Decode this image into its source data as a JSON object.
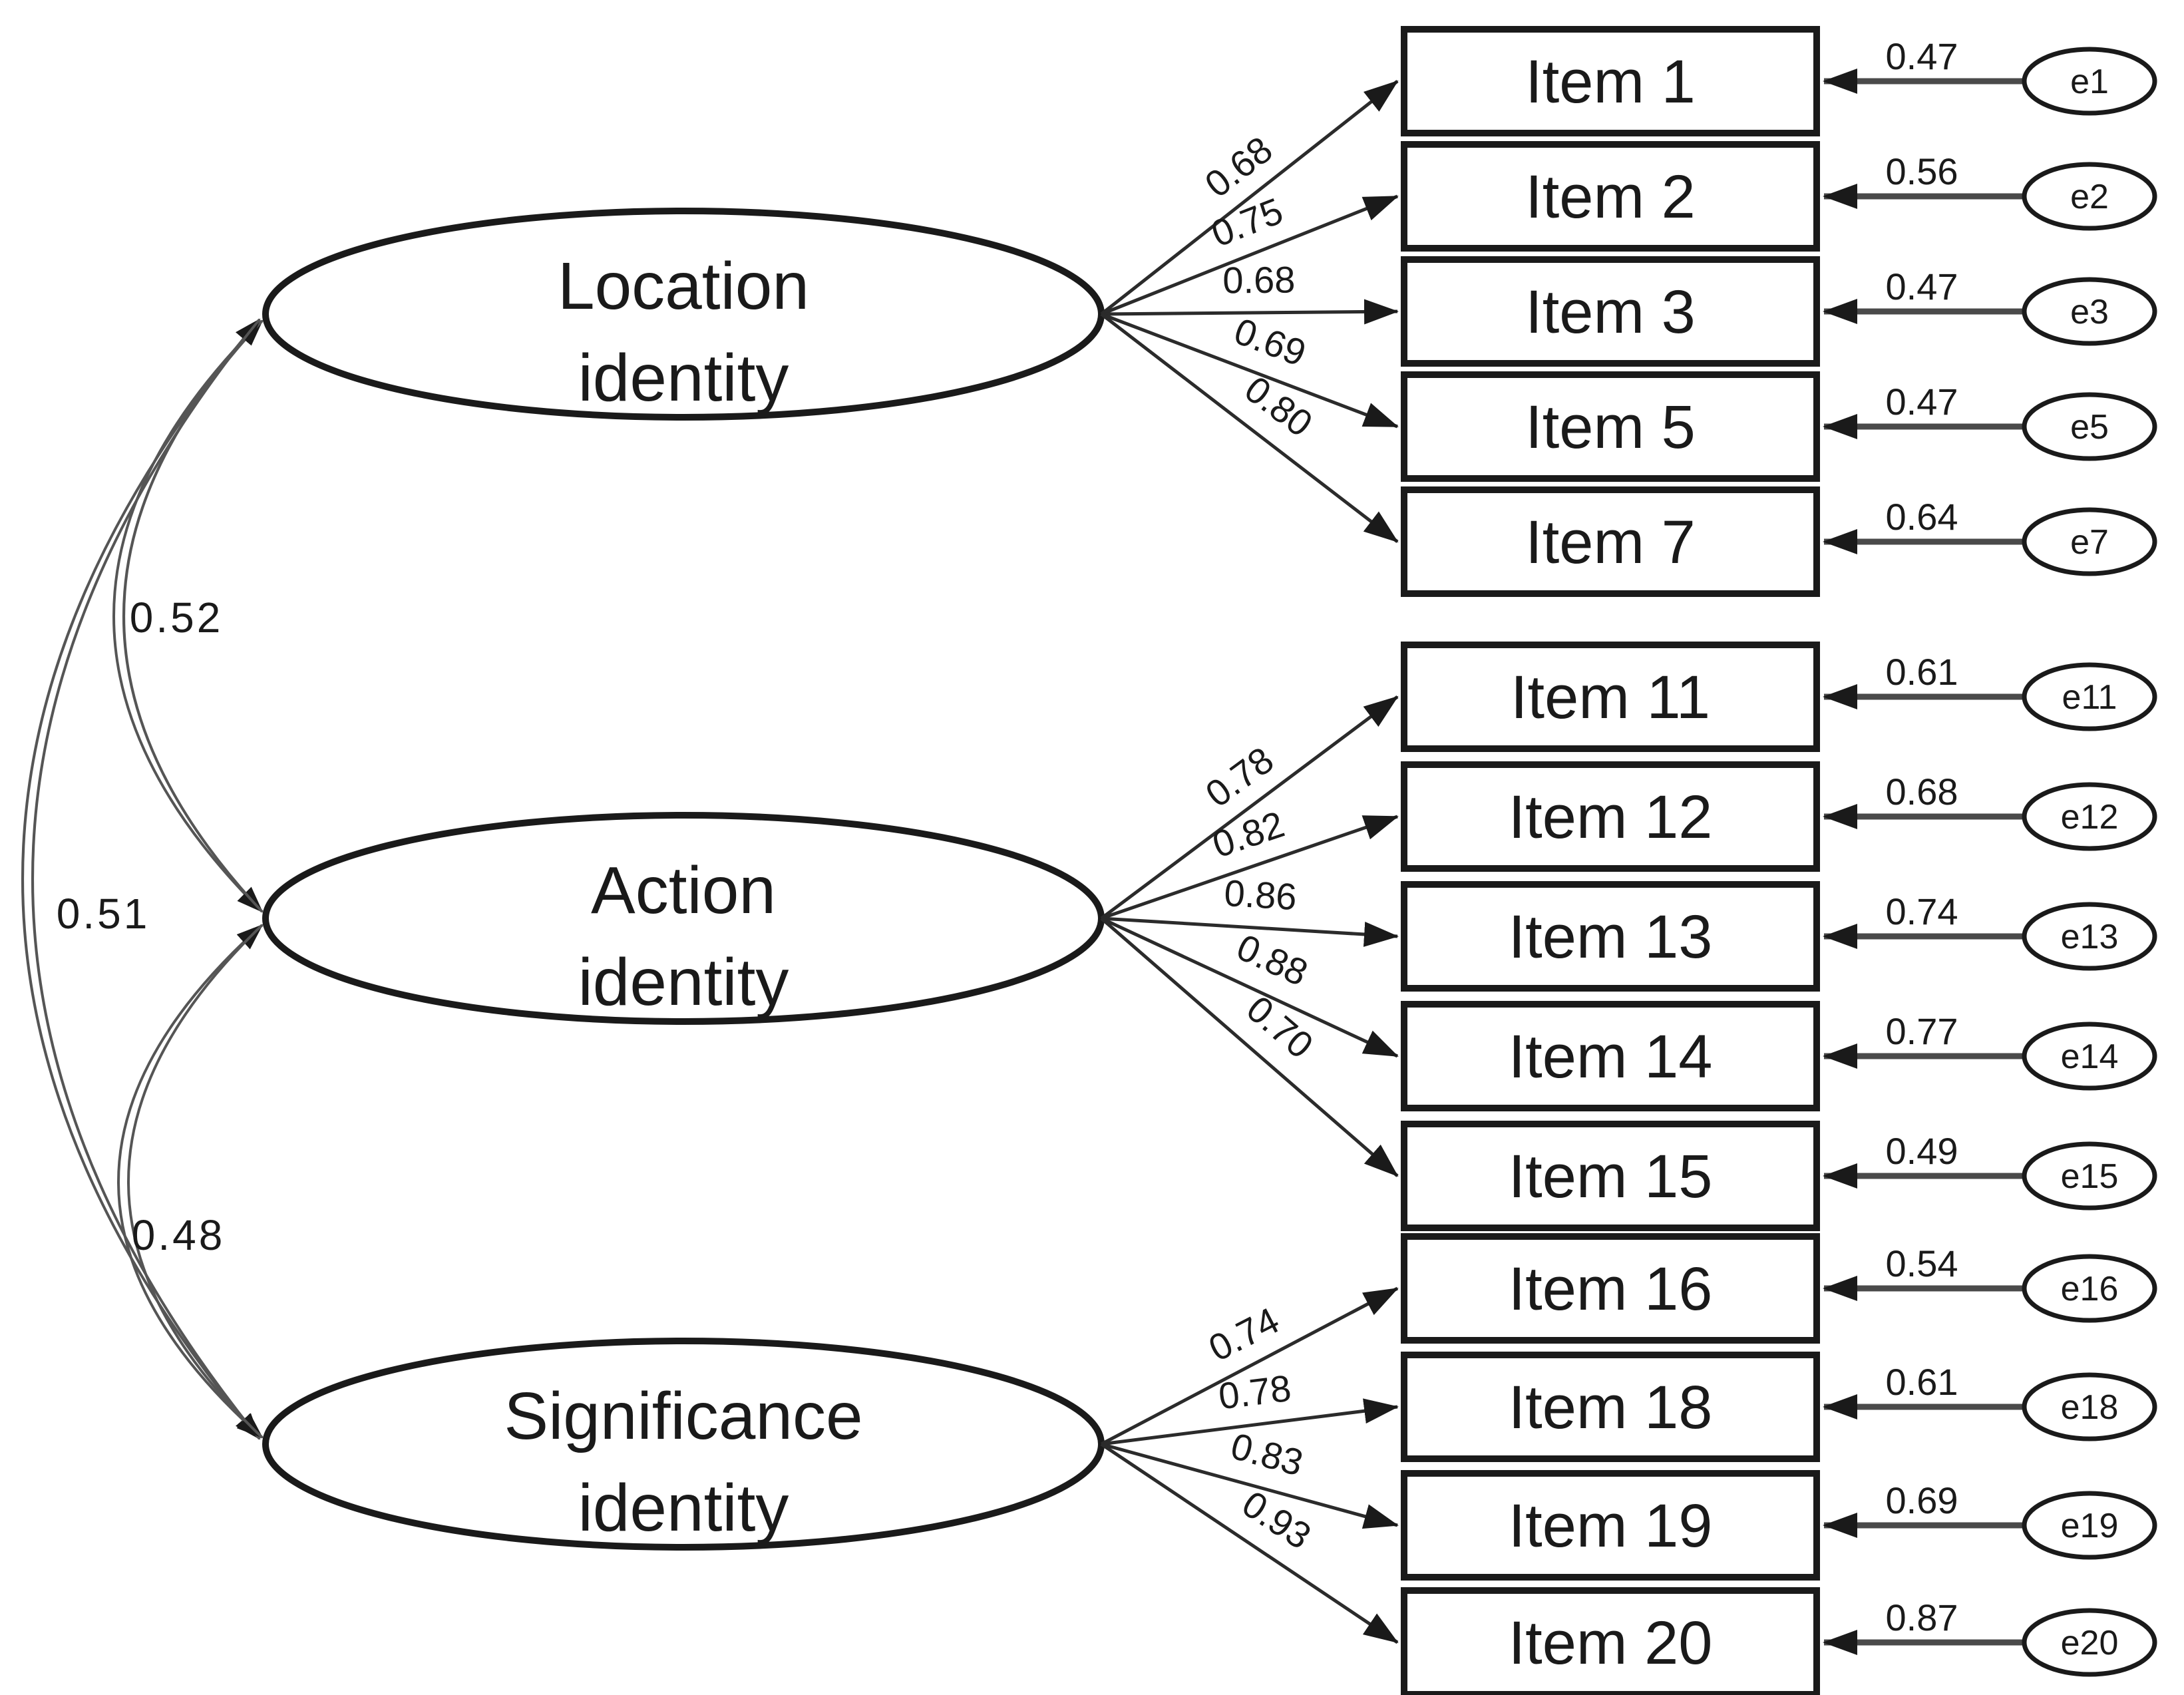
{
  "diagram": {
    "kind": "confirmatory-factor-analysis-path-diagram",
    "background_color": "#ffffff",
    "ink_color": "#1a1a1a",
    "factors": [
      {
        "id": "location",
        "line1": "Location",
        "line2": "identity"
      },
      {
        "id": "action",
        "line1": "Action",
        "line2": "identity"
      },
      {
        "id": "significance",
        "line1": "Significance",
        "line2": "identity"
      }
    ],
    "correlations": [
      {
        "from": "Location identity",
        "to": "Action identity",
        "value": "0.52"
      },
      {
        "from": "Location identity",
        "to": "Significance identity",
        "value": "0.51"
      },
      {
        "from": "Action identity",
        "to": "Significance identity",
        "value": "0.48"
      }
    ],
    "items": [
      {
        "factor": "location",
        "label": "Item 1",
        "loading": "0.68",
        "error_label": "e1",
        "error_value": "0.47"
      },
      {
        "factor": "location",
        "label": "Item 2",
        "loading": "0.75",
        "error_label": "e2",
        "error_value": "0.56"
      },
      {
        "factor": "location",
        "label": "Item 3",
        "loading": "0.68",
        "error_label": "e3",
        "error_value": "0.47"
      },
      {
        "factor": "location",
        "label": "Item 5",
        "loading": "0.69",
        "error_label": "e5",
        "error_value": "0.47"
      },
      {
        "factor": "location",
        "label": "Item 7",
        "loading": "0.80",
        "error_label": "e7",
        "error_value": "0.64"
      },
      {
        "factor": "action",
        "label": "Item 11",
        "loading": "0.78",
        "error_label": "e11",
        "error_value": "0.61"
      },
      {
        "factor": "action",
        "label": "Item 12",
        "loading": "0.82",
        "error_label": "e12",
        "error_value": "0.68"
      },
      {
        "factor": "action",
        "label": "Item 13",
        "loading": "0.86",
        "error_label": "e13",
        "error_value": "0.74"
      },
      {
        "factor": "action",
        "label": "Item 14",
        "loading": "0.88",
        "error_label": "e14",
        "error_value": "0.77"
      },
      {
        "factor": "action",
        "label": "Item 15",
        "loading": "0.70",
        "error_label": "e15",
        "error_value": "0.49"
      },
      {
        "factor": "significance",
        "label": "Item 16",
        "loading": "0.74",
        "error_label": "e16",
        "error_value": "0.54"
      },
      {
        "factor": "significance",
        "label": "Item 18",
        "loading": "0.78",
        "error_label": "e18",
        "error_value": "0.61"
      },
      {
        "factor": "significance",
        "label": "Item 19",
        "loading": "0.83",
        "error_label": "e19",
        "error_value": "0.69"
      },
      {
        "factor": "significance",
        "label": "Item 20",
        "loading": "0.93",
        "error_label": "e20",
        "error_value": "0.87"
      }
    ]
  }
}
